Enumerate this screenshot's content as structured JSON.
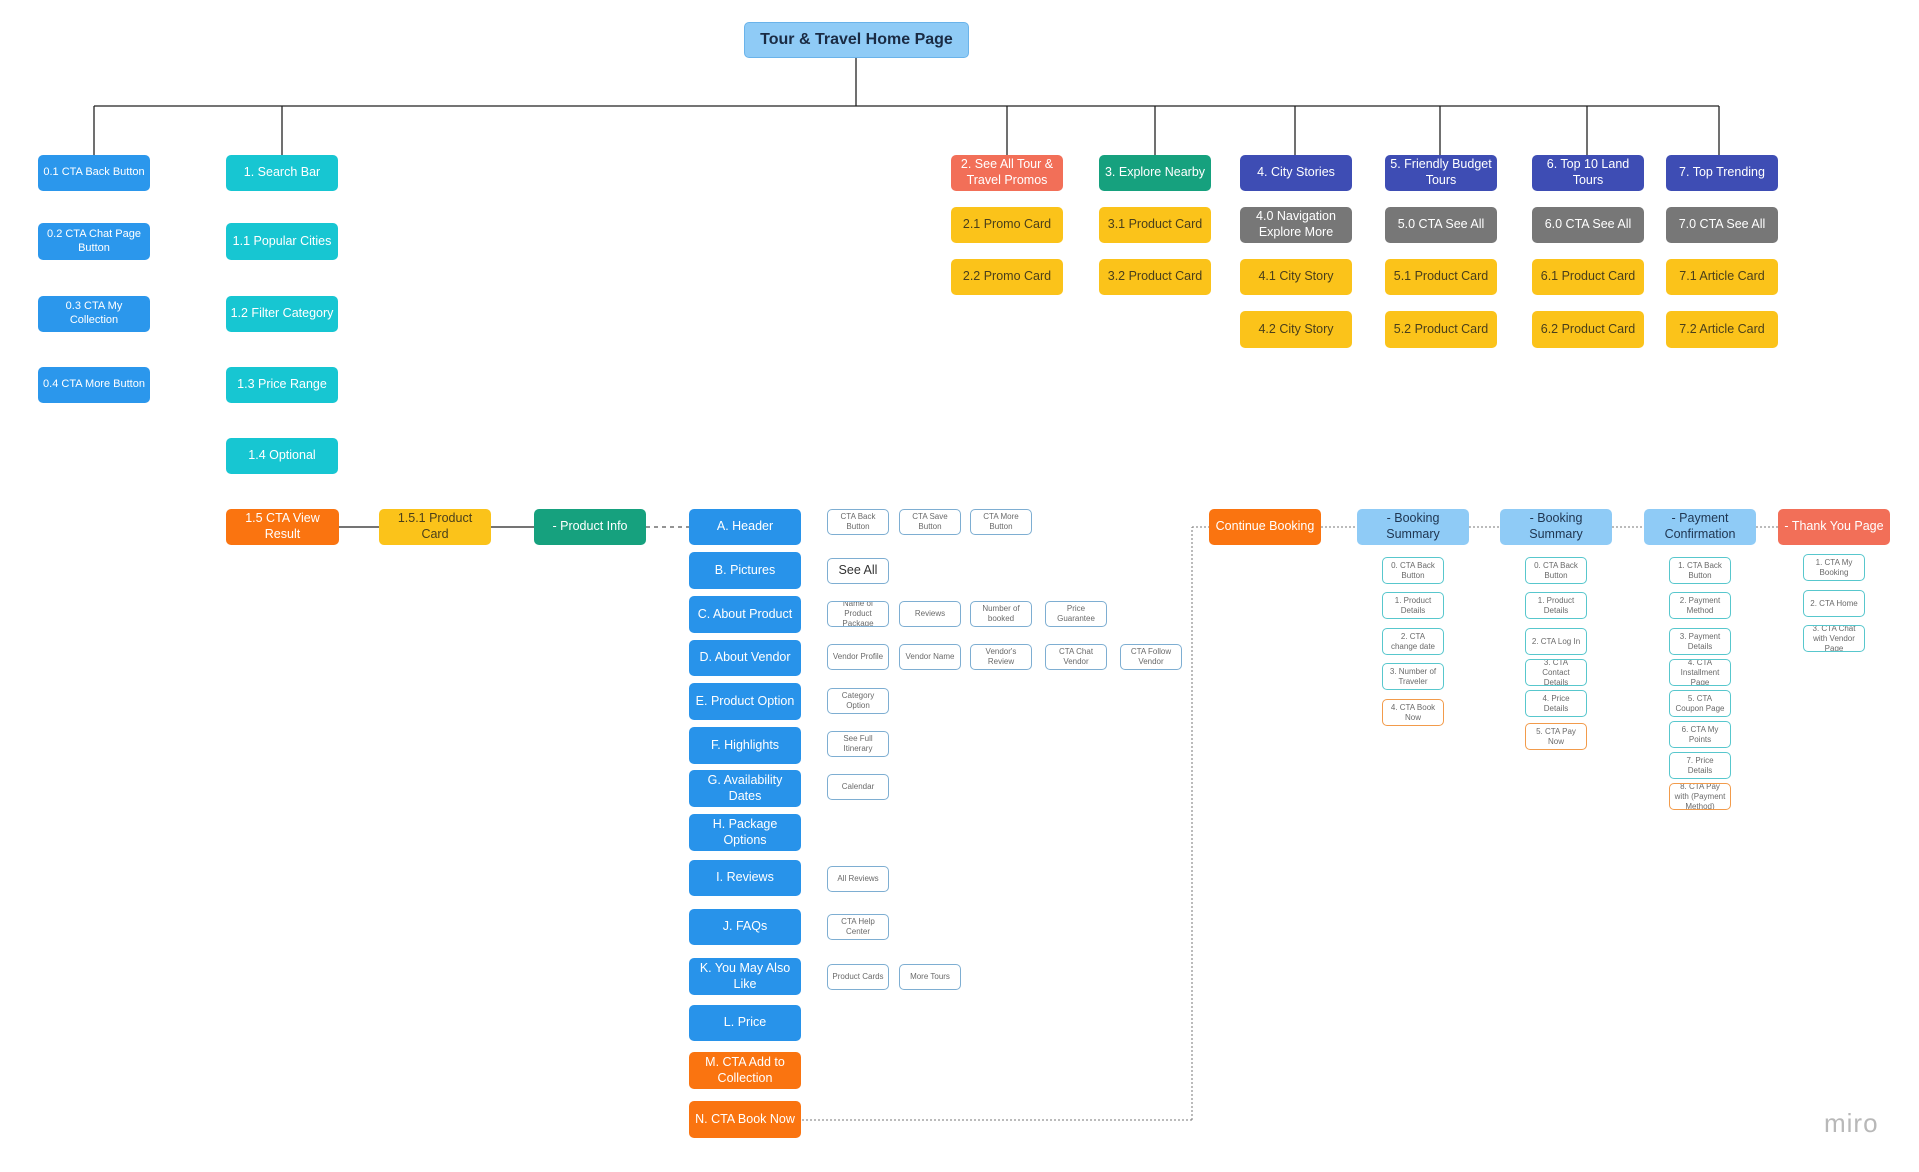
{
  "root": "Tour & Travel Home Page",
  "col0": [
    "0.1 CTA Back Button",
    "0.2 CTA Chat Page Button",
    "0.3 CTA My Collection",
    "0.4 CTA More Button"
  ],
  "col1": [
    "1. Search Bar",
    "1.1 Popular Cities",
    "1.2 Filter Category",
    "1.3 Price Range",
    "1.4 Optional"
  ],
  "col2": [
    "2. See All Tour & Travel Promos",
    "2.1 Promo Card",
    "2.2 Promo Card"
  ],
  "col3": [
    "3. Explore Nearby",
    "3.1 Product Card",
    "3.2 Product Card"
  ],
  "col4": [
    "4. City Stories",
    "4.0 Navigation Explore More",
    "4.1 City Story",
    "4.2 City Story"
  ],
  "col5": [
    "5. Friendly Budget Tours",
    "5.0 CTA See All",
    "5.1 Product Card",
    "5.2 Product Card"
  ],
  "col6": [
    "6. Top 10 Land Tours",
    "6.0 CTA See All",
    "6.1 Product Card",
    "6.2 Product Card"
  ],
  "col7": [
    "7. Top Trending",
    "7.0 CTA See All",
    "7.1 Article Card",
    "7.2 Article Card"
  ],
  "flow": [
    "1.5 CTA View Result",
    "1.5.1 Product Card",
    "- Product Info"
  ],
  "sections": [
    "A. Header",
    "B. Pictures",
    "C. About Product",
    "D. About Vendor",
    "E. Product Option",
    "F. Highlights",
    "G. Availability Dates",
    "H. Package Options",
    "I. Reviews",
    "J. FAQs",
    "K. You May Also Like",
    "L. Price",
    "M. CTA Add to Collection",
    "N. CTA Book Now"
  ],
  "section_items": {
    "header": [
      "CTA Back Button",
      "CTA Save Button",
      "CTA More Button"
    ],
    "pictures": [
      "See All"
    ],
    "about_product": [
      "Name of Product Package",
      "Reviews",
      "Number of booked",
      "Price Guarantee"
    ],
    "about_vendor": [
      "Vendor Profile",
      "Vendor Name",
      "Vendor's Review",
      "CTA Chat Vendor",
      "CTA Follow Vendor"
    ],
    "product_option": [
      "Category Option"
    ],
    "highlights": [
      "See Full Itinerary"
    ],
    "availability": [
      "Calendar"
    ],
    "reviews": [
      "All Reviews"
    ],
    "faqs": [
      "CTA Help Center"
    ],
    "you_may_like": [
      "Product Cards",
      "More Tours"
    ]
  },
  "booking_flow": [
    "Continue Booking",
    "- Booking Summary",
    "- Booking Summary",
    "- Payment Confirmation",
    "- Thank You Page"
  ],
  "booking1": [
    "0. CTA Back Button",
    "1. Product Details",
    "2. CTA change date",
    "3. Number of Traveler",
    "4. CTA Book Now"
  ],
  "booking2": [
    "0. CTA Back Button",
    "1. Product Details",
    "2. CTA Log In",
    "3. CTA Contact Details",
    "4. Price Details",
    "5. CTA Pay Now"
  ],
  "payment": [
    "1. CTA Back Button",
    "2. Payment Method",
    "3. Payment Details",
    "4. CTA Installment Page",
    "5. CTA Coupon Page",
    "6. CTA My Points",
    "7. Price Details",
    "8. CTA Pay with (Payment Method)"
  ],
  "thanks": [
    "1. CTA My Booking",
    "2. CTA Home",
    "3. CTA Chat with Vendor Page"
  ],
  "watermark": "miro"
}
